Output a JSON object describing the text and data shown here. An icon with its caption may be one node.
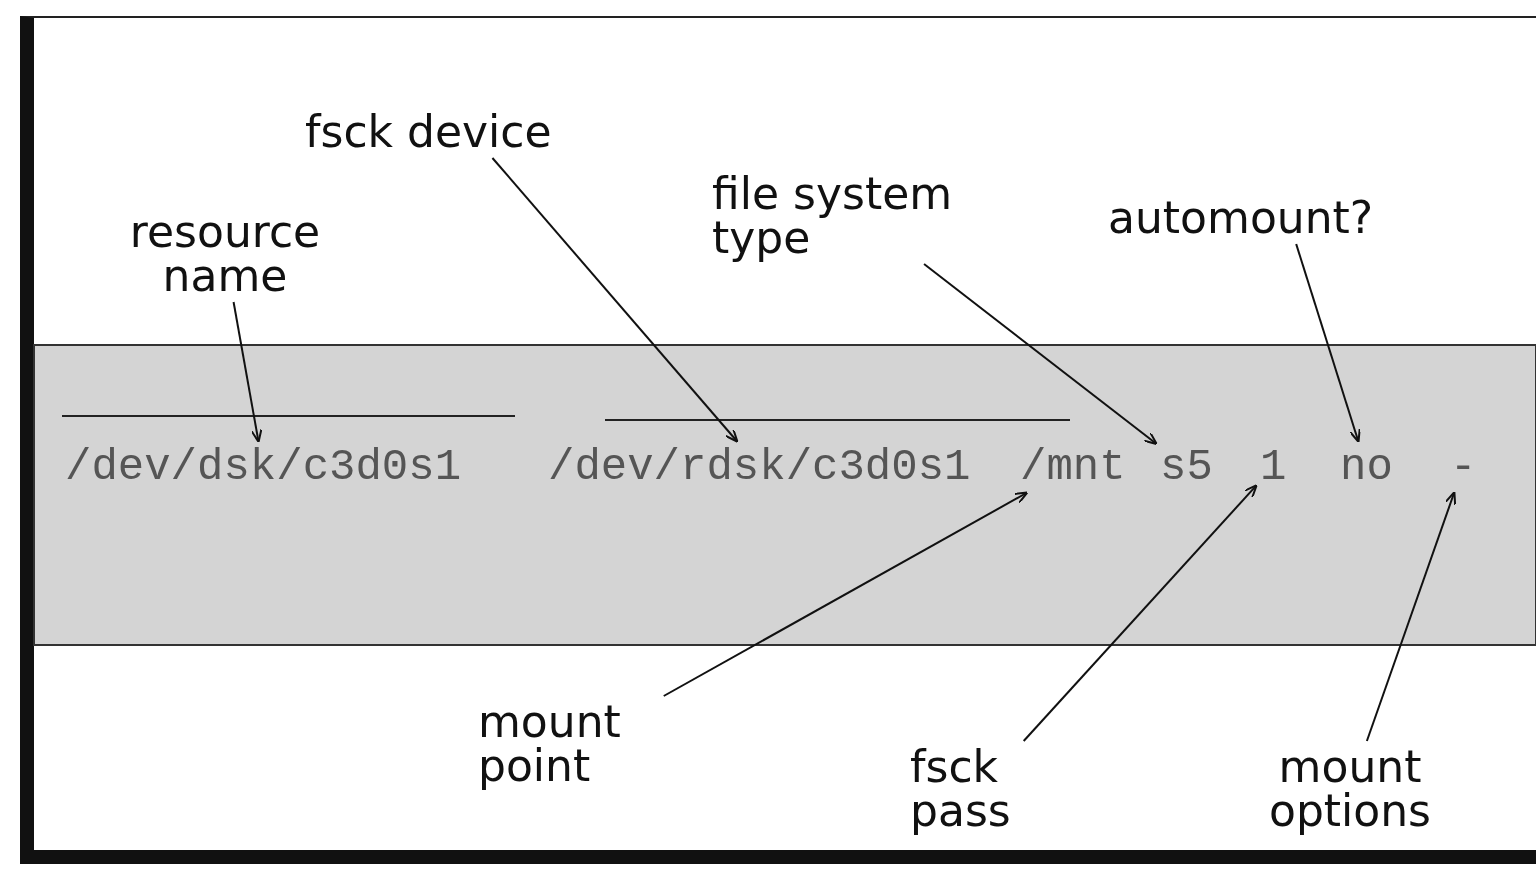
{
  "diagram": {
    "nodes": [
      {
        "text": [
          "resource name"
        ]
      },
      {
        "text": [
          "fsck device"
        ]
      },
      {
        "text": [
          "file system type"
        ]
      },
      {
        "text": [
          "automount?"
        ]
      },
      {
        "text": [
          "/dev/dsk/c3d0s1"
        ]
      },
      {
        "text": [
          "/dev/rdsk/c3d0s1"
        ]
      },
      {
        "text": [
          "/mnt"
        ]
      },
      {
        "text": [
          "s5"
        ]
      },
      {
        "text": [
          "1"
        ]
      },
      {
        "text": [
          "no"
        ]
      },
      {
        "text": [
          "-"
        ]
      },
      {
        "text": [
          "mount point"
        ]
      },
      {
        "text": [
          "fsck pass"
        ]
      },
      {
        "text": [
          "mount options"
        ]
      }
    ],
    "edges": [
      {
        "from": 0,
        "to": 4,
        "arrow": "to"
      },
      {
        "from": 1,
        "to": 5,
        "arrow": "to"
      },
      {
        "from": 2,
        "to": 7,
        "arrow": "to"
      },
      {
        "from": 3,
        "to": 9,
        "arrow": "to"
      },
      {
        "from": 11,
        "to": 6,
        "arrow": "to"
      },
      {
        "from": 12,
        "to": 8,
        "arrow": "to"
      },
      {
        "from": 13,
        "to": 10,
        "arrow": "to"
      }
    ]
  }
}
